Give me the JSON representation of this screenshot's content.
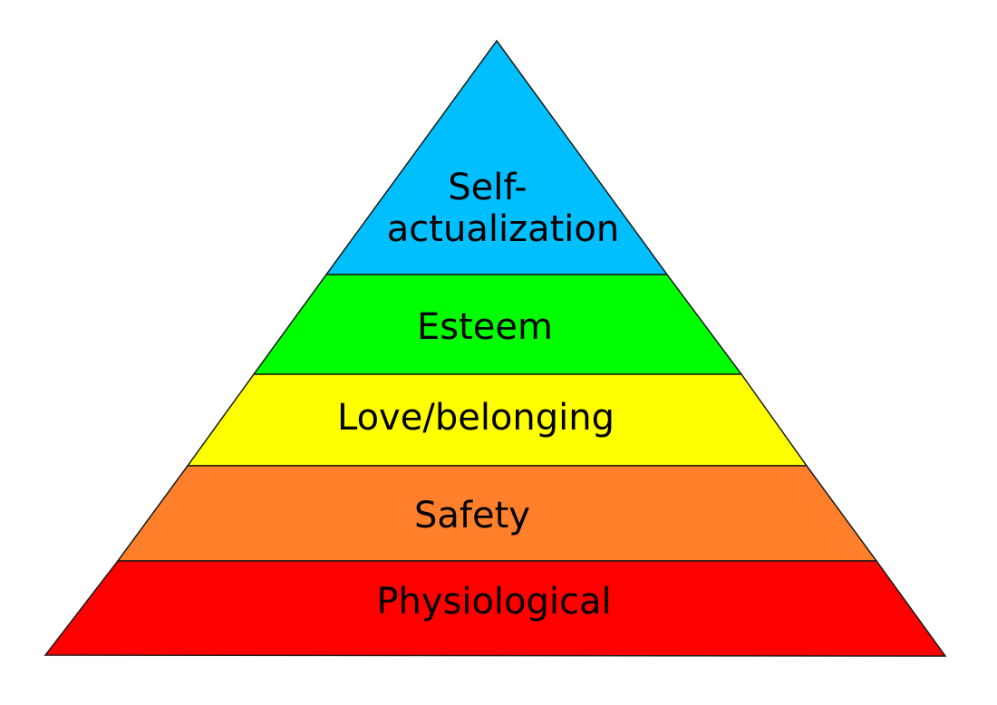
{
  "diagram": {
    "type": "pyramid",
    "levels": [
      {
        "label_lines": [
          "Self-",
          "actualization"
        ],
        "color": "#00bfff"
      },
      {
        "label_lines": [
          "Esteem"
        ],
        "color": "#00ff00"
      },
      {
        "label_lines": [
          "Love/belonging"
        ],
        "color": "#ffff00"
      },
      {
        "label_lines": [
          "Safety"
        ],
        "color": "#ff7f2a"
      },
      {
        "label_lines": [
          "Physiological"
        ],
        "color": "#ff0000"
      }
    ]
  }
}
